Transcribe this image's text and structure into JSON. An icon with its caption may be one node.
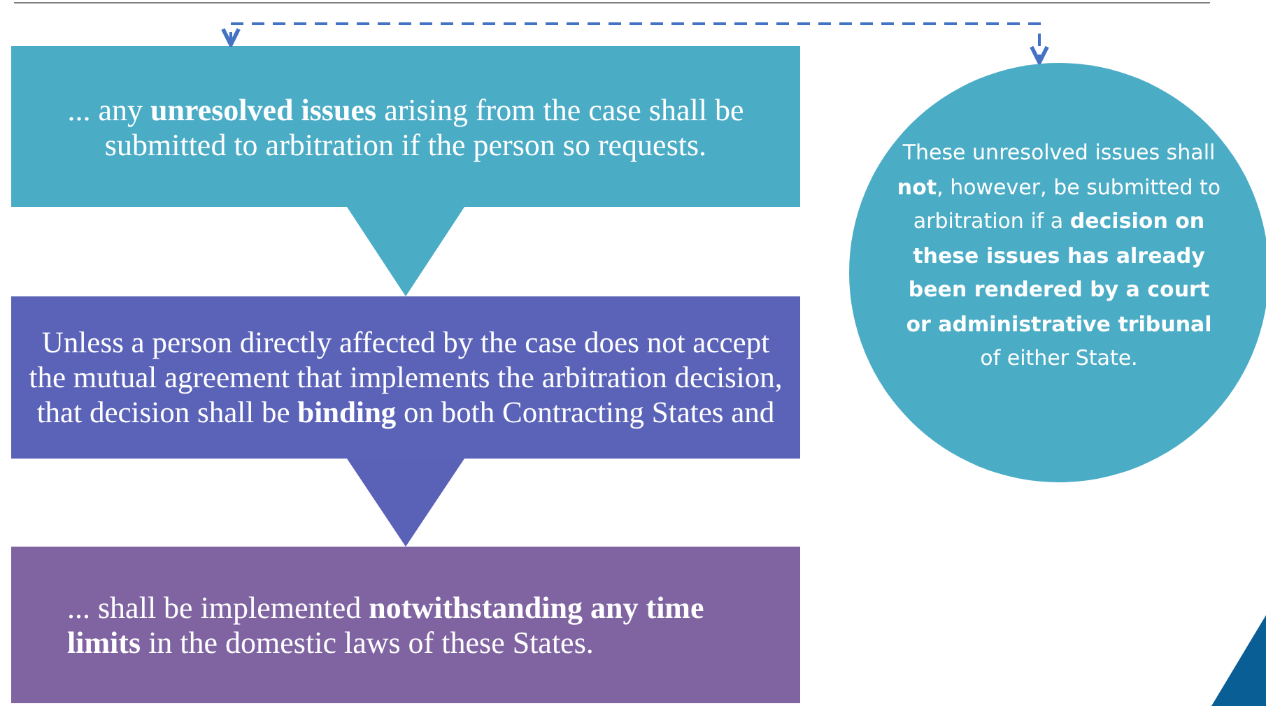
{
  "diagram": {
    "nodes": [
      {
        "text": [
          "... any **unresolved issues** arising from the case shall be submitted to arbitration if the person so requests."
        ]
      },
      {
        "text": [
          "Unless a person directly affected by the case does not accept the mutual agreement that implements the arbitration decision, that decision shall be **binding** on both Contracting States and"
        ]
      },
      {
        "text": [
          "... shall be implemented **notwithstanding any time limits** in the domestic laws of these States."
        ]
      },
      {
        "text": [
          "These unresolved issues shall **not**, however, be submitted to arbitration if a **decision on these issues has already been rendered by a court or administrative tribunal** of either State."
        ]
      }
    ],
    "edges": [
      {
        "from": 0,
        "to": 1,
        "arrow": "to",
        "style": "thick",
        "color": "#4bacc6"
      },
      {
        "from": 1,
        "to": 2,
        "arrow": "to",
        "style": "thick",
        "color": "#5a62b8"
      },
      {
        "from": 0,
        "to": 3,
        "arrow": "both",
        "style": "dashed",
        "color": "#4472c4"
      }
    ]
  }
}
